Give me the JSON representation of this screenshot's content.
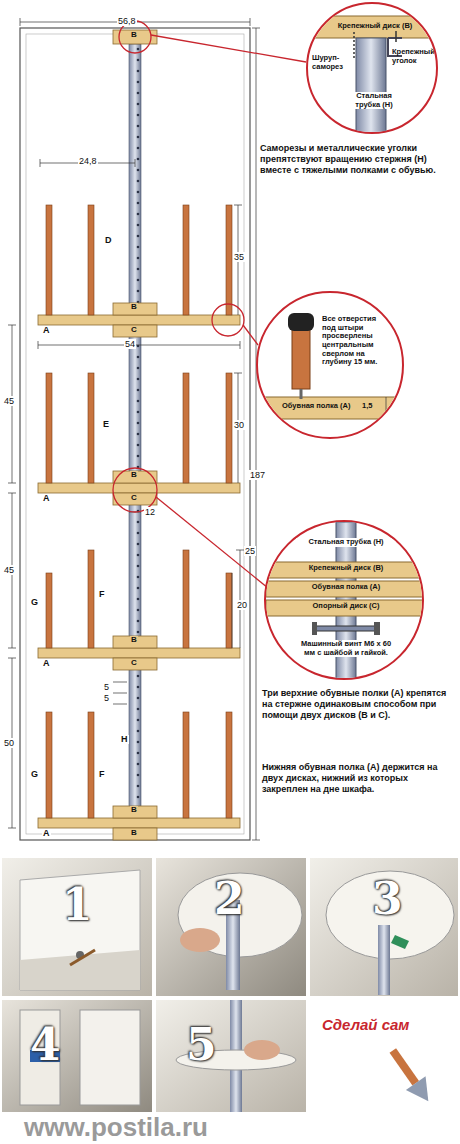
{
  "diagram": {
    "nodes": [
      {
        "text": [
          "Крепежный диск (B)",
          "Шуруп-саморез",
          "Крепежный уголок",
          "Стальная трубка (H)"
        ]
      },
      {
        "text": [
          "Все отверстия под штыри просверлены центральным сверлом на глубину 15 мм.",
          "Обувная полка (A)",
          "1,5"
        ]
      },
      {
        "text": [
          "Стальная трубка (H)",
          "Крепежный диск (B)",
          "Обувная полка (A)",
          "Опорный диск (C)",
          "Машинный винт М6 х 60 мм с шайбой и гайкой."
        ]
      }
    ],
    "labels": [
      "56,8",
      "B",
      "24,8",
      "D",
      "35",
      "B",
      "A",
      "C",
      "54",
      "45",
      "E",
      "30",
      "187",
      "B",
      "A",
      "C",
      "12",
      "45",
      "25",
      "20",
      "G",
      "F",
      "B",
      "A",
      "C",
      "5",
      "5",
      "H",
      "50",
      "G",
      "F",
      "B",
      "A",
      "B",
      "Саморезы и металлические уголки препятствуют вращению стержня (H) вместе с тяжелыми полками с обувью.",
      "Три верхние обувные полки (A) крепятся на стержне одинаковым способом при помощи двух дисков (B и C).",
      "Нижняя обувная полка (A) держится на двух дисках, нижний из которых закреплен на дне шкафа.",
      "1",
      "2",
      "3",
      "4",
      "5",
      "Сделай сам",
      "www.postila.ru"
    ]
  }
}
